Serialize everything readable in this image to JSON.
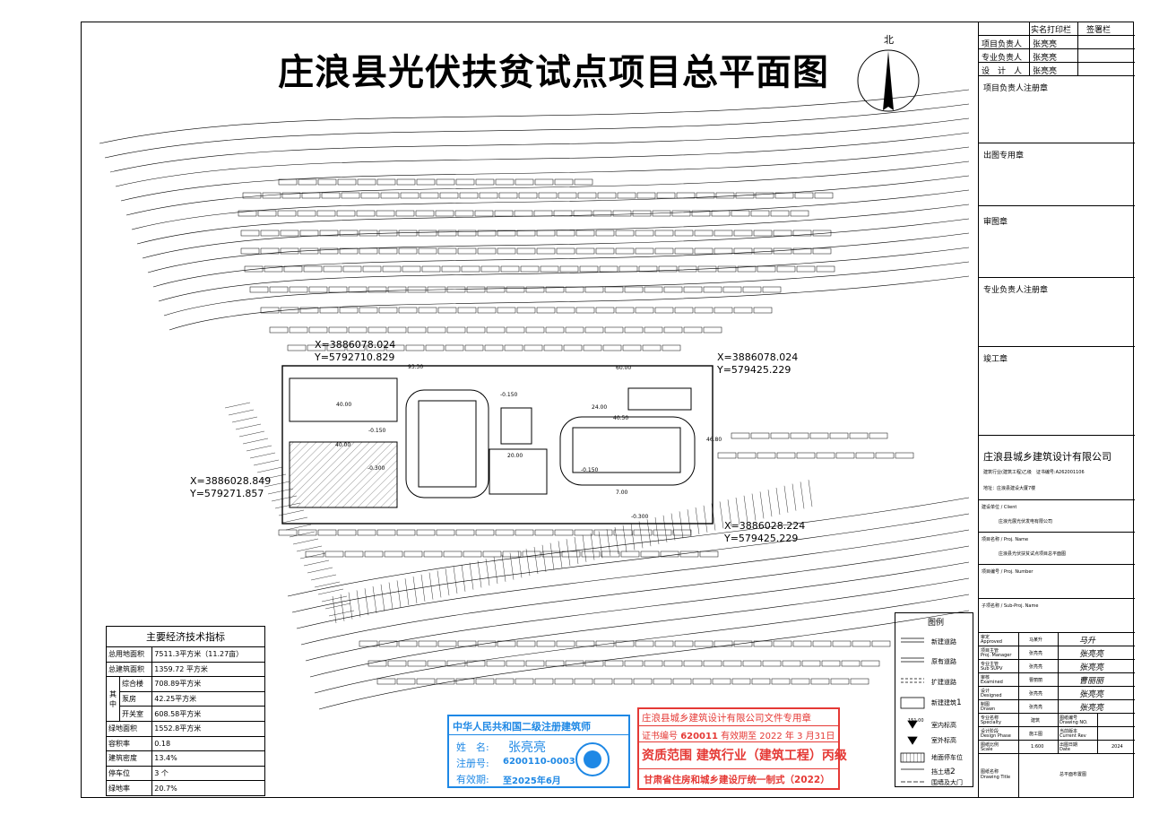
{
  "title": "庄浪县光伏扶贫试点项目总平面图",
  "north_label": "北",
  "coords": {
    "c1x": "X=3886078.024",
    "c1y": "Y=5792710.829",
    "c2x": "X=3886078.024",
    "c2y": "Y=579425.229",
    "c3x": "X=3886028.849",
    "c3y": "Y=579271.857",
    "c4x": "X=3886028.224",
    "c4y": "Y=579425.229"
  },
  "site_labels": {
    "d4000": "40.00",
    "d2400": "24.00",
    "d4050": "40.50",
    "d2000": "20.00",
    "d700": "7.00",
    "d4680": "46.80",
    "e0150a": "-0.150",
    "e0150b": "-0.150",
    "e0150c": "-0.150",
    "e0300a": "-0.300",
    "e0300b": "-0.300",
    "d6000": "60.00",
    "d9330": "93.30"
  },
  "indicators": {
    "title": "主要经济技术指标",
    "rows": [
      {
        "label": "总用地面积",
        "value": "7511.3平方米（11.27亩）"
      },
      {
        "label": "总建筑面积",
        "value": "1359.72 平方米"
      },
      {
        "label": "综合楼",
        "value": "708.89平方米"
      },
      {
        "label": "泵房",
        "value": "42.25平方米"
      },
      {
        "label": "开关室",
        "value": "608.58平方米"
      },
      {
        "label": "绿地面积",
        "value": "1552.8平方米"
      },
      {
        "label": "容积率",
        "value": "0.18"
      },
      {
        "label": "建筑密度",
        "value": "13.4%"
      },
      {
        "label": "停车位",
        "value": "3 个"
      },
      {
        "label": "绿地率",
        "value": "20.7%"
      }
    ],
    "side_label_1": "其",
    "side_label_2": "中"
  },
  "legend": {
    "title": "图例",
    "items": [
      "新建道路",
      "原有道路",
      "扩建道路",
      "新建建筑",
      "室内标高",
      "室外标高",
      "地面停车位",
      "挡土墙",
      "围墙及大门"
    ],
    "num_1": "1",
    "num_2": "2",
    "elev_sample": "151.00"
  },
  "stamp_blue": {
    "title": "中华人民共和国二级注册建筑师",
    "name_label": "姓　名:",
    "name": "张亮亮",
    "reg_label": "注册号:",
    "reg": "6200110-0003",
    "valid_label": "有效期:",
    "valid": "至2025年6月"
  },
  "stamp_red": {
    "line1": "庄浪县城乡建筑设计有限公司文件专用章",
    "cert_label": "证书编号",
    "cert": "620011",
    "valid": "有效期至 2022 年 3 月31日",
    "scope_label": "资质范围",
    "scope": "建筑行业（建筑工程）丙级",
    "issuer": "甘肃省住房和城乡建设厅统一制式（2022）"
  },
  "title_block": {
    "sign_col1": "实名打印栏",
    "sign_col2": "签署栏",
    "roles": [
      {
        "role": "项目负责人",
        "name": "张亮亮"
      },
      {
        "role": "专业负责人",
        "name": "张亮亮"
      },
      {
        "role": "设　计　人",
        "name": "张亮亮"
      }
    ],
    "sections": [
      "项目负责人注册章",
      "出图专用章",
      "审图章",
      "专业负责人注册章",
      "竣工章"
    ],
    "company": "庄浪县城乡建筑设计有限公司",
    "company_cert": "建筑行业(建筑工程)乙级　证书编号:A262001106",
    "address": "地址：庄浪县建设大厦7楼",
    "client_label": "建设单位 / Client",
    "client": "庄浪光展光伏发电有限公司",
    "proj_name_label": "项目名称 / Proj. Name",
    "proj_name": "庄浪县光伏扶贫试点项目总平面图",
    "proj_no_label": "项目编号 / Proj. Number",
    "sub_proj_label": "子项名称 / Sub-Proj. Name",
    "approvals": [
      {
        "role": "审定",
        "role_en": "Approved",
        "name": "马某升",
        "sig": "马升"
      },
      {
        "role": "项目主管",
        "role_en": "Proj. Manager",
        "name": "张亮亮",
        "sig": "张亮亮"
      },
      {
        "role": "专业主管",
        "role_en": "Sub SUPV",
        "name": "张亮亮",
        "sig": "张亮亮"
      },
      {
        "role": "审核",
        "role_en": "Examined",
        "name": "曹丽丽",
        "sig": "曹丽丽"
      },
      {
        "role": "设计",
        "role_en": "Designed",
        "name": "张亮亮",
        "sig": "张亮亮"
      },
      {
        "role": "制图",
        "role_en": "Drawn",
        "name": "张亮亮",
        "sig": "张亮亮"
      }
    ],
    "specialty_label": "专业名称",
    "specialty_en": "Specialty",
    "specialty": "建筑",
    "drawing_no_label": "图纸编号",
    "drawing_no_en": "Drawing NO.",
    "phase_label": "设计阶段",
    "phase_en": "Design Phase",
    "phase": "施工图",
    "rev_label": "当前版本",
    "rev_en": "Current Rev",
    "scale_label": "图纸比例",
    "scale_en": "Scale",
    "scale": "1:600",
    "date_label": "出图日期",
    "date_en": "Date",
    "date": "2024",
    "drawing_title_label": "图纸名称",
    "drawing_title_en": "Drawing Title",
    "drawing_title": "总平面布置图"
  }
}
